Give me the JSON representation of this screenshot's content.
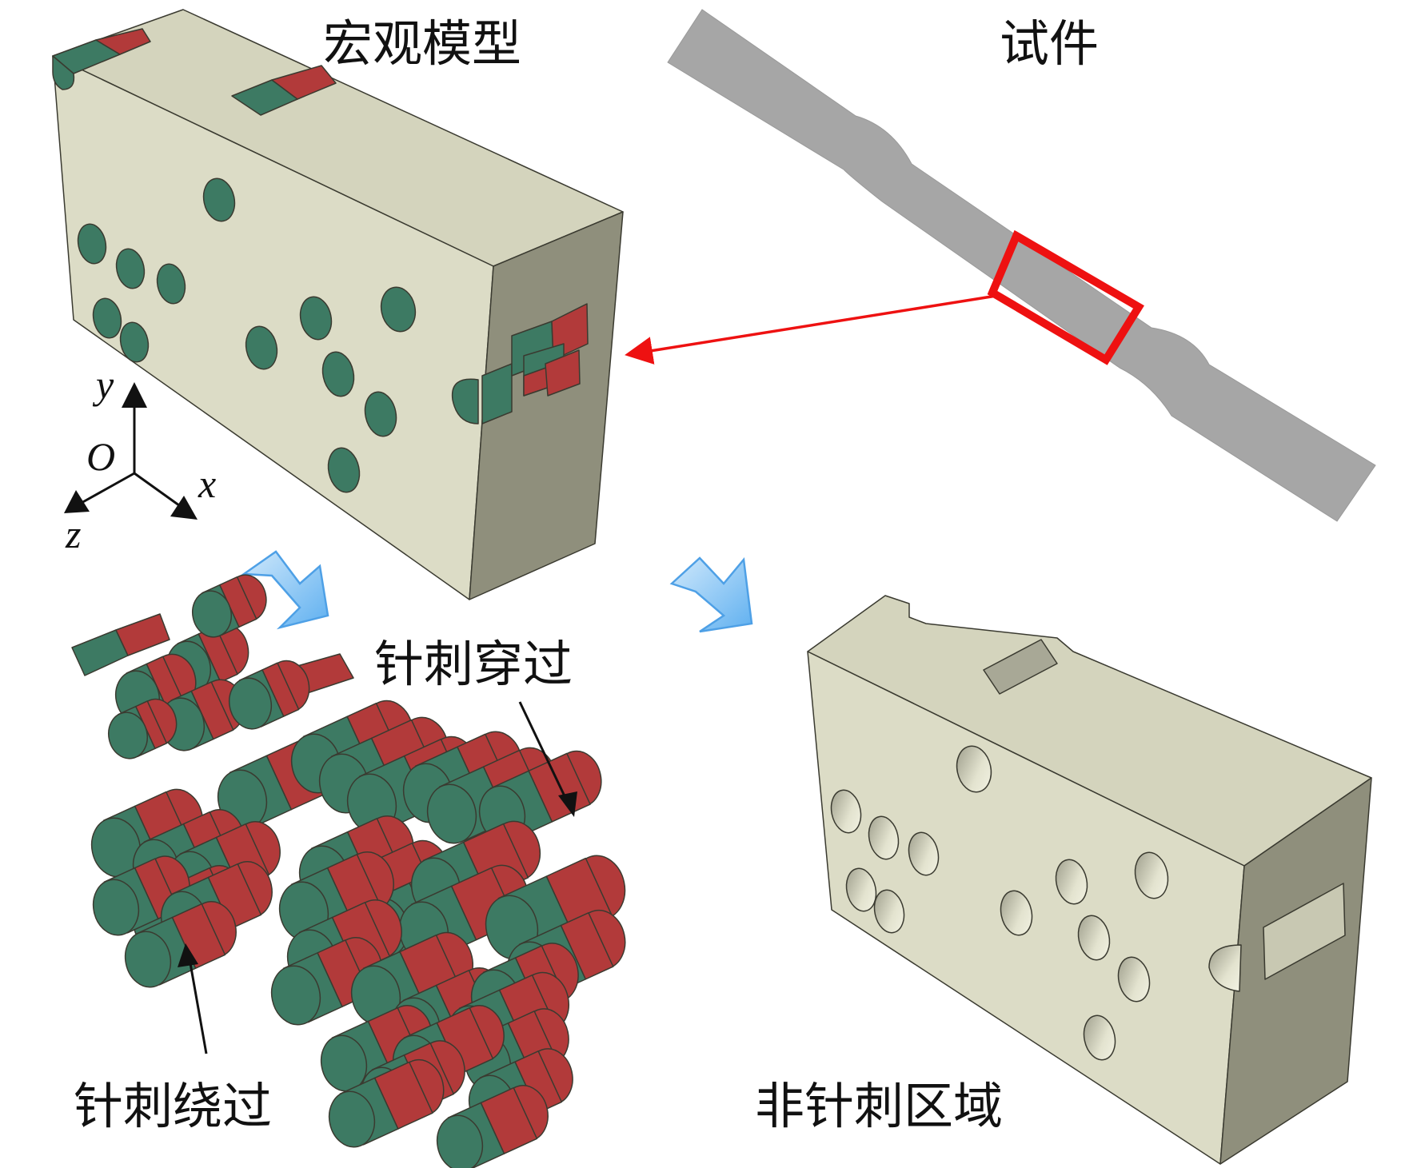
{
  "labels": {
    "macro_model": "宏观模型",
    "specimen": "试件",
    "needle_through": "针刺穿过",
    "needle_around": "针刺绕过",
    "non_needle_region": "非针刺区域"
  },
  "axes": {
    "y": "y",
    "origin": "O",
    "x": "x",
    "z": "z"
  },
  "colors": {
    "matrix_front": "#dcdcc6",
    "matrix_top": "#d4d4bd",
    "matrix_side": "#8f8f7c",
    "fiber_green": "#3d7a63",
    "fiber_red": "#b23a3a",
    "specimen_gray": "#a6a6a6",
    "highlight_red": "#ee1111",
    "flow_arrow_blue": "#7cc0f4"
  }
}
